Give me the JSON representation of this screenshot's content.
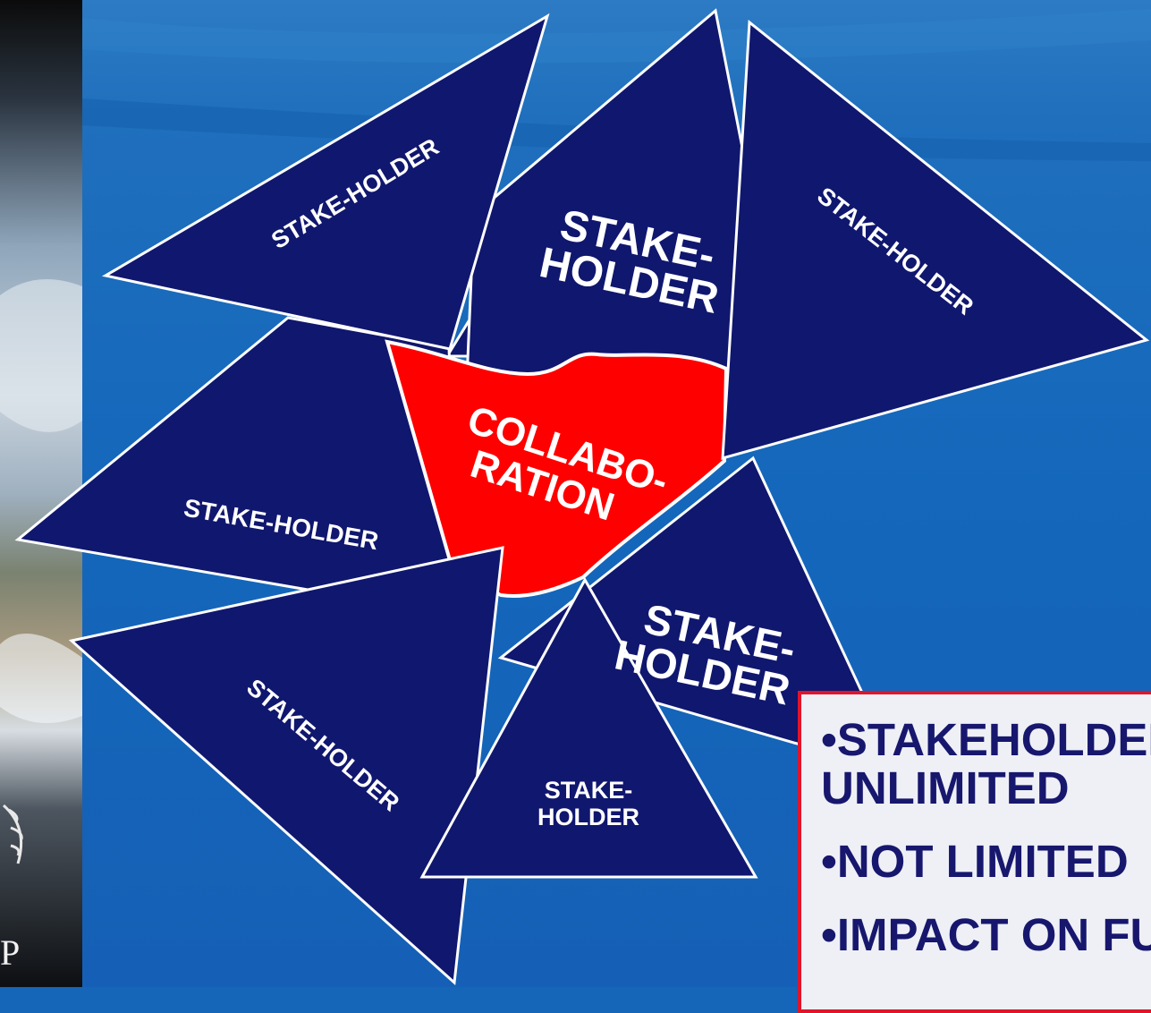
{
  "stakeholders": [
    {
      "id": "top-left",
      "label": "STAKE-HOLDER"
    },
    {
      "id": "top-center",
      "lines": [
        "STAKE-",
        "HOLDER"
      ]
    },
    {
      "id": "top-right",
      "label": "STAKE-HOLDER"
    },
    {
      "id": "middle-left",
      "label": "STAKE-HOLDER"
    },
    {
      "id": "bottom-right",
      "lines": [
        "STAKE-",
        "HOLDER"
      ]
    },
    {
      "id": "bottom-left",
      "label": "STAKE-HOLDER"
    },
    {
      "id": "bottom-center",
      "lines": [
        "STAKE-",
        "HOLDER"
      ]
    }
  ],
  "center": {
    "lines": [
      "COLLABO-",
      "RATION"
    ]
  },
  "info_box": {
    "line1": "•STAKEHOLDERS",
    "line2": "UNLIMITED",
    "line3": "•NOT LIMITED",
    "line4": "•IMPACT ON FU"
  },
  "emblem_letter": "P",
  "colors": {
    "triangle_fill": "#10176e",
    "triangle_stroke": "#ffffff",
    "collaboration_fill": "#ff0000",
    "background": "#1565b8",
    "box_border": "#e0142a",
    "box_text": "#17176e"
  }
}
